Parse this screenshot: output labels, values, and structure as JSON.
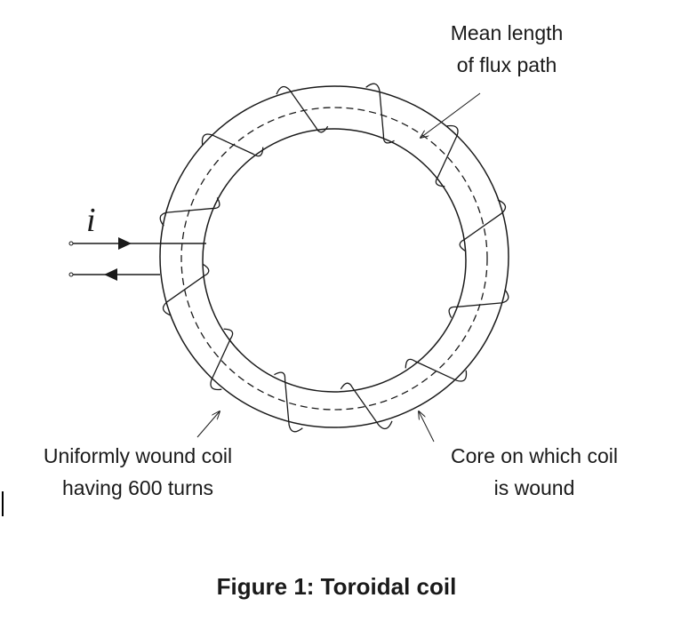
{
  "labels": {
    "current_symbol": "i",
    "mean_length_line1": "Mean length",
    "mean_length_line2": "of flux path",
    "coil_line1": "Uniformly wound coil",
    "coil_line2": "having 600 turns",
    "core_line1": "Core on which coil",
    "core_line2": "is wound"
  },
  "caption": "Figure 1: Toroidal coil",
  "colors": {
    "stroke": "#1a1a1a",
    "background": "#ffffff"
  }
}
